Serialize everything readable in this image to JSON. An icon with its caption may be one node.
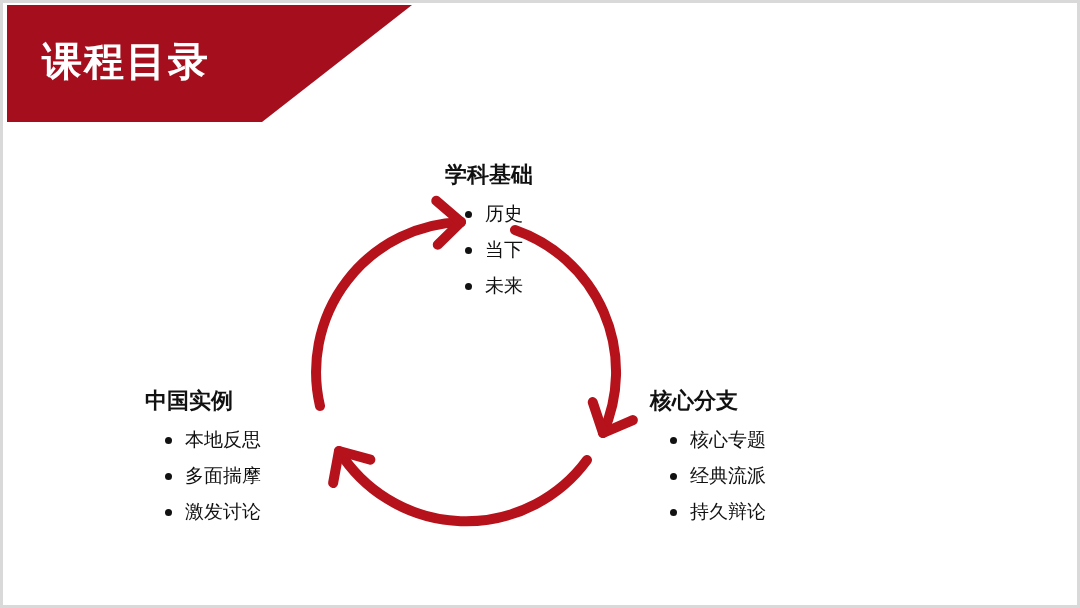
{
  "diagram": {
    "title": "课程目录",
    "nodes": [
      {
        "text": [
          "学科基础",
          "历史",
          "当下",
          "未来"
        ]
      },
      {
        "text": [
          "核心分支",
          "核心专题",
          "经典流派",
          "持久辩论"
        ]
      },
      {
        "text": [
          "中国实例",
          "本地反思",
          "多面揣摩",
          "激发讨论"
        ]
      }
    ],
    "edges": [
      {
        "from": 0,
        "to": 1,
        "arrow": "to"
      },
      {
        "from": 1,
        "to": 2,
        "arrow": "to"
      },
      {
        "from": 2,
        "to": 0,
        "arrow": "to"
      }
    ]
  }
}
